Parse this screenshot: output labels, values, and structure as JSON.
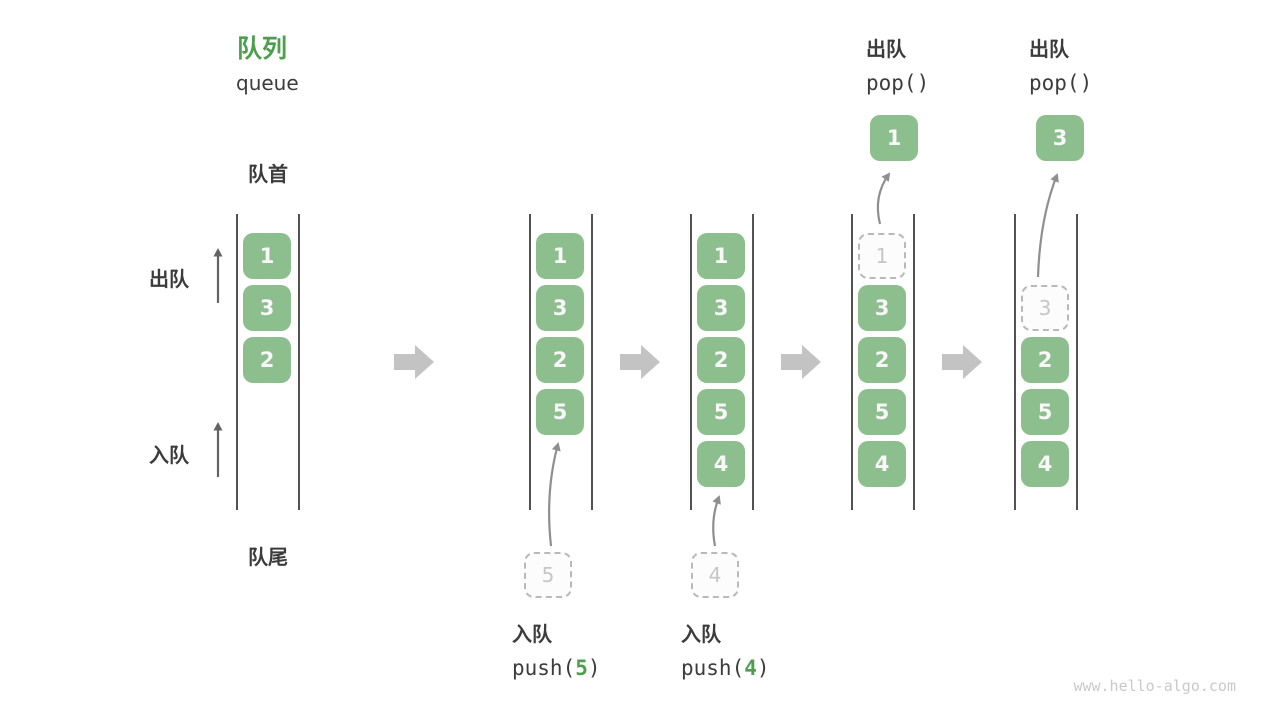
{
  "title": {
    "zh": "队列",
    "en": "queue"
  },
  "labels": {
    "front": "队首",
    "rear": "队尾",
    "dequeue": "出队",
    "enqueue": "入队"
  },
  "colors": {
    "accent_green": "#4d9e4d",
    "cell_green": "#8dbe8d",
    "flow_arrow_gray": "#c3c3c3"
  },
  "watermark": "www.hello-algo.com",
  "states": [
    {
      "cells": [
        {
          "v": "1",
          "slot": 1
        },
        {
          "v": "3",
          "slot": 2
        },
        {
          "v": "2",
          "slot": 3
        }
      ]
    },
    {
      "cells": [
        {
          "v": "1",
          "slot": 1
        },
        {
          "v": "3",
          "slot": 2
        },
        {
          "v": "2",
          "slot": 3
        },
        {
          "v": "5",
          "slot": 4
        }
      ],
      "pending": {
        "v": "5"
      },
      "op": {
        "label": "入队",
        "code": [
          {
            "t": "push("
          },
          {
            "t": "5",
            "green": true
          },
          {
            "t": ")"
          }
        ],
        "pos": "bottom"
      }
    },
    {
      "cells": [
        {
          "v": "1",
          "slot": 1
        },
        {
          "v": "3",
          "slot": 2
        },
        {
          "v": "2",
          "slot": 3
        },
        {
          "v": "5",
          "slot": 4
        },
        {
          "v": "4",
          "slot": 5
        }
      ],
      "pending": {
        "v": "4"
      },
      "op": {
        "label": "入队",
        "code": [
          {
            "t": "push("
          },
          {
            "t": "4",
            "green": true
          },
          {
            "t": ")"
          }
        ],
        "pos": "bottom"
      }
    },
    {
      "cells": [
        {
          "v": "1",
          "slot": 1,
          "dashed": true
        },
        {
          "v": "3",
          "slot": 2
        },
        {
          "v": "2",
          "slot": 3
        },
        {
          "v": "5",
          "slot": 4
        },
        {
          "v": "4",
          "slot": 5
        }
      ],
      "popped": {
        "v": "1"
      },
      "op": {
        "label": "出队",
        "code": [
          {
            "t": "pop()"
          }
        ],
        "pos": "top"
      }
    },
    {
      "cells": [
        {
          "v": "3",
          "slot": 2,
          "dashed": true
        },
        {
          "v": "2",
          "slot": 3
        },
        {
          "v": "5",
          "slot": 4
        },
        {
          "v": "4",
          "slot": 5
        }
      ],
      "popped": {
        "v": "3"
      },
      "op": {
        "label": "出队",
        "code": [
          {
            "t": "pop()"
          }
        ],
        "pos": "top"
      }
    }
  ]
}
